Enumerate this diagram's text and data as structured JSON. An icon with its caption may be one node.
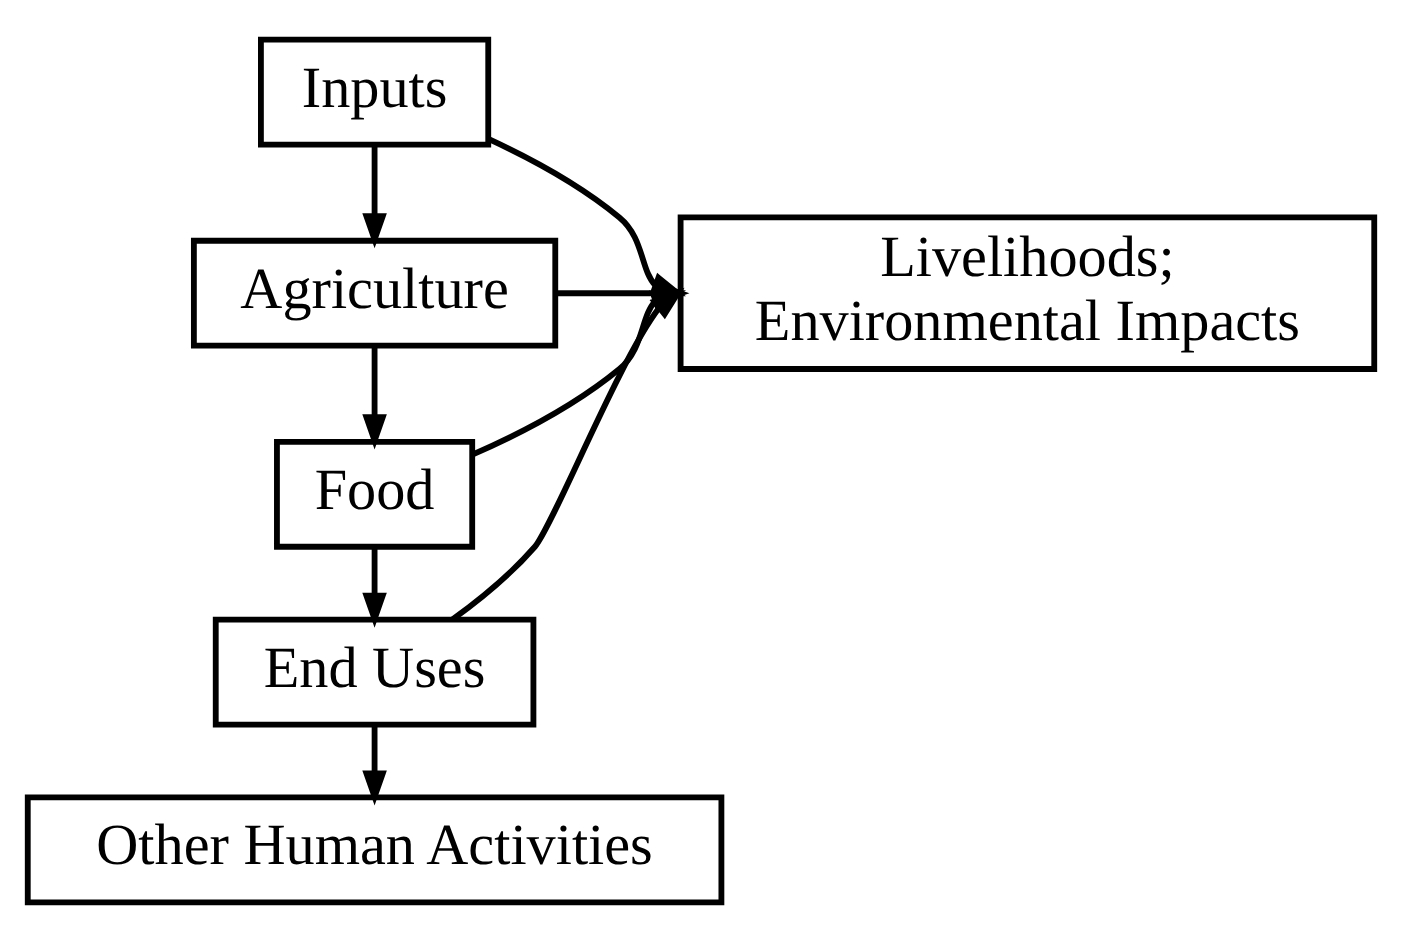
{
  "diagram": {
    "nodes": [
      {
        "text": [
          "Inputs"
        ]
      },
      {
        "text": [
          "Agriculture"
        ]
      },
      {
        "text": [
          "Food"
        ]
      },
      {
        "text": [
          "End Uses"
        ]
      },
      {
        "text": [
          "Other Human Activities"
        ]
      },
      {
        "text": [
          "Livelihoods; Environmental Impacts"
        ]
      }
    ],
    "edges": [
      {
        "from": 0,
        "to": 1,
        "arrow": "to"
      },
      {
        "from": 1,
        "to": 2,
        "arrow": "to"
      },
      {
        "from": 2,
        "to": 3,
        "arrow": "to"
      },
      {
        "from": 3,
        "to": 4,
        "arrow": "to"
      },
      {
        "from": 0,
        "to": 5,
        "arrow": "to"
      },
      {
        "from": 1,
        "to": 5,
        "arrow": "to"
      },
      {
        "from": 2,
        "to": 5,
        "arrow": "to"
      },
      {
        "from": 3,
        "to": 5,
        "arrow": "to"
      }
    ]
  }
}
